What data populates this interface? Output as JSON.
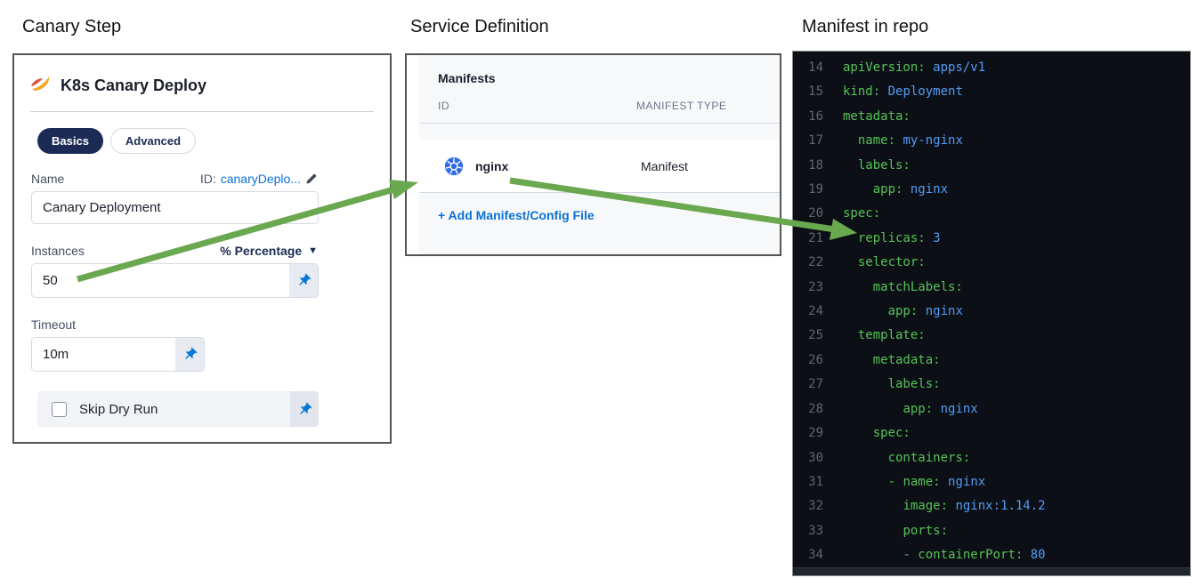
{
  "colors": {
    "arrow_green": "#6aa84f",
    "link_blue": "#0b71d6",
    "pin_blue": "#0278d5",
    "kubernetes_blue": "#326ce5",
    "yaml_key_green": "#56c156",
    "yaml_value_blue": "#539bf5",
    "code_background": "#0c1016",
    "selected_tab_navy": "#1b2b55"
  },
  "panels": {
    "canary_step": {
      "title": "Canary Step",
      "header": {
        "title": "K8s Canary Deploy",
        "icon": "canary-icon"
      },
      "tabs": [
        {
          "label": "Basics",
          "active": true
        },
        {
          "label": "Advanced",
          "active": false
        }
      ],
      "name_field": {
        "label": "Name",
        "id_prefix": "ID:",
        "id_value": "canaryDeplo...",
        "edit_icon": "pencil-icon",
        "value": "Canary Deployment"
      },
      "instances_field": {
        "label": "Instances",
        "unit_selector": "% Percentage",
        "value": "50",
        "pin_icon": "pin-icon"
      },
      "timeout_field": {
        "label": "Timeout",
        "value": "10m",
        "pin_icon": "pin-icon"
      },
      "skip_dry_run": {
        "label": "Skip Dry Run",
        "checked": false,
        "pin_icon": "pin-icon"
      }
    },
    "service_definition": {
      "title": "Service Definition",
      "section_title": "Manifests",
      "columns": [
        "ID",
        "MANIFEST TYPE"
      ],
      "rows": [
        {
          "icon": "kubernetes-icon",
          "id": "nginx",
          "type": "Manifest"
        }
      ],
      "add_link": "+ Add Manifest/Config File"
    },
    "manifest_repo": {
      "title": "Manifest in repo",
      "lines": [
        {
          "num": 14,
          "indent": 0,
          "key": "apiVersion",
          "value": "apps/v1"
        },
        {
          "num": 15,
          "indent": 0,
          "key": "kind",
          "value": "Deployment"
        },
        {
          "num": 16,
          "indent": 0,
          "key": "metadata",
          "value": null
        },
        {
          "num": 17,
          "indent": 2,
          "key": "name",
          "value": "my-nginx"
        },
        {
          "num": 18,
          "indent": 2,
          "key": "labels",
          "value": null
        },
        {
          "num": 19,
          "indent": 4,
          "key": "app",
          "value": "nginx"
        },
        {
          "num": 20,
          "indent": 0,
          "key": "spec",
          "value": null
        },
        {
          "num": 21,
          "indent": 2,
          "key": "replicas",
          "value": "3"
        },
        {
          "num": 22,
          "indent": 2,
          "key": "selector",
          "value": null
        },
        {
          "num": 23,
          "indent": 4,
          "key": "matchLabels",
          "value": null
        },
        {
          "num": 24,
          "indent": 6,
          "key": "app",
          "value": "nginx"
        },
        {
          "num": 25,
          "indent": 2,
          "key": "template",
          "value": null
        },
        {
          "num": 26,
          "indent": 4,
          "key": "metadata",
          "value": null
        },
        {
          "num": 27,
          "indent": 6,
          "key": "labels",
          "value": null
        },
        {
          "num": 28,
          "indent": 8,
          "key": "app",
          "value": "nginx"
        },
        {
          "num": 29,
          "indent": 4,
          "key": "spec",
          "value": null
        },
        {
          "num": 30,
          "indent": 6,
          "key": "containers",
          "value": null
        },
        {
          "num": 31,
          "indent": 6,
          "dash": true,
          "key": "name",
          "value": "nginx"
        },
        {
          "num": 32,
          "indent": 8,
          "key": "image",
          "value": "nginx:1.14.2"
        },
        {
          "num": 33,
          "indent": 8,
          "key": "ports",
          "value": null
        },
        {
          "num": 34,
          "indent": 8,
          "dash": true,
          "key": "containerPort",
          "value": "80"
        }
      ]
    }
  }
}
